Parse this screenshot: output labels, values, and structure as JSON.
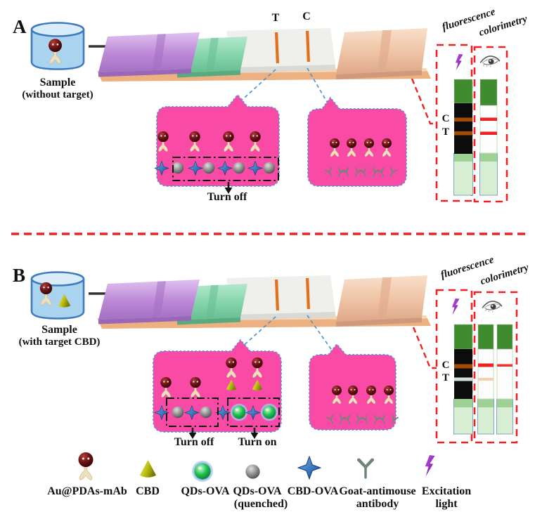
{
  "figure": {
    "panel_a": {
      "label": "A",
      "sample_line1": "Sample",
      "sample_line2": "(without target)",
      "t_line_label": "T",
      "c_line_label": "C",
      "turn_off": "Turn off",
      "fluorescence_label": "fluorescence",
      "colorimetry_label": "colorimetry",
      "readout_c": "C",
      "readout_t": "T"
    },
    "panel_b": {
      "label": "B",
      "sample_line1": "Sample",
      "sample_line2": "(with target CBD)",
      "turn_off": "Turn off",
      "turn_on": "Turn on",
      "fluorescence_label": "fluorescence",
      "colorimetry_label": "colorimetry",
      "readout_c": "C",
      "readout_t": "T"
    },
    "legend": {
      "items": [
        {
          "icon": "au-pdas-mab-icon",
          "label": "Au@PDAs-mAb",
          "label2": ""
        },
        {
          "icon": "cbd-icon",
          "label": "CBD",
          "label2": ""
        },
        {
          "icon": "qds-ova-icon",
          "label": "QDs-OVA",
          "label2": ""
        },
        {
          "icon": "qds-ova-quenched-icon",
          "label": "QDs-OVA",
          "label2": "(quenched)"
        },
        {
          "icon": "cbd-ova-icon",
          "label": "CBD-OVA",
          "label2": ""
        },
        {
          "icon": "goat-antimouse-antibody-icon",
          "label": "Goat-antimouse",
          "label2": "antibody"
        },
        {
          "icon": "excitation-light-icon",
          "label": "Excitation",
          "label2": "light"
        }
      ]
    },
    "colors": {
      "bubble_pink": "#f94ba6",
      "connector_blue": "#4f93d8",
      "test_line_orange": "#e2711d",
      "dashed_red": "#ee2222",
      "strip_top_green": "#3f8c2f",
      "fluorescence_band_brown": "#a34b00",
      "colorimetric_line_red": "#ee2222"
    }
  }
}
